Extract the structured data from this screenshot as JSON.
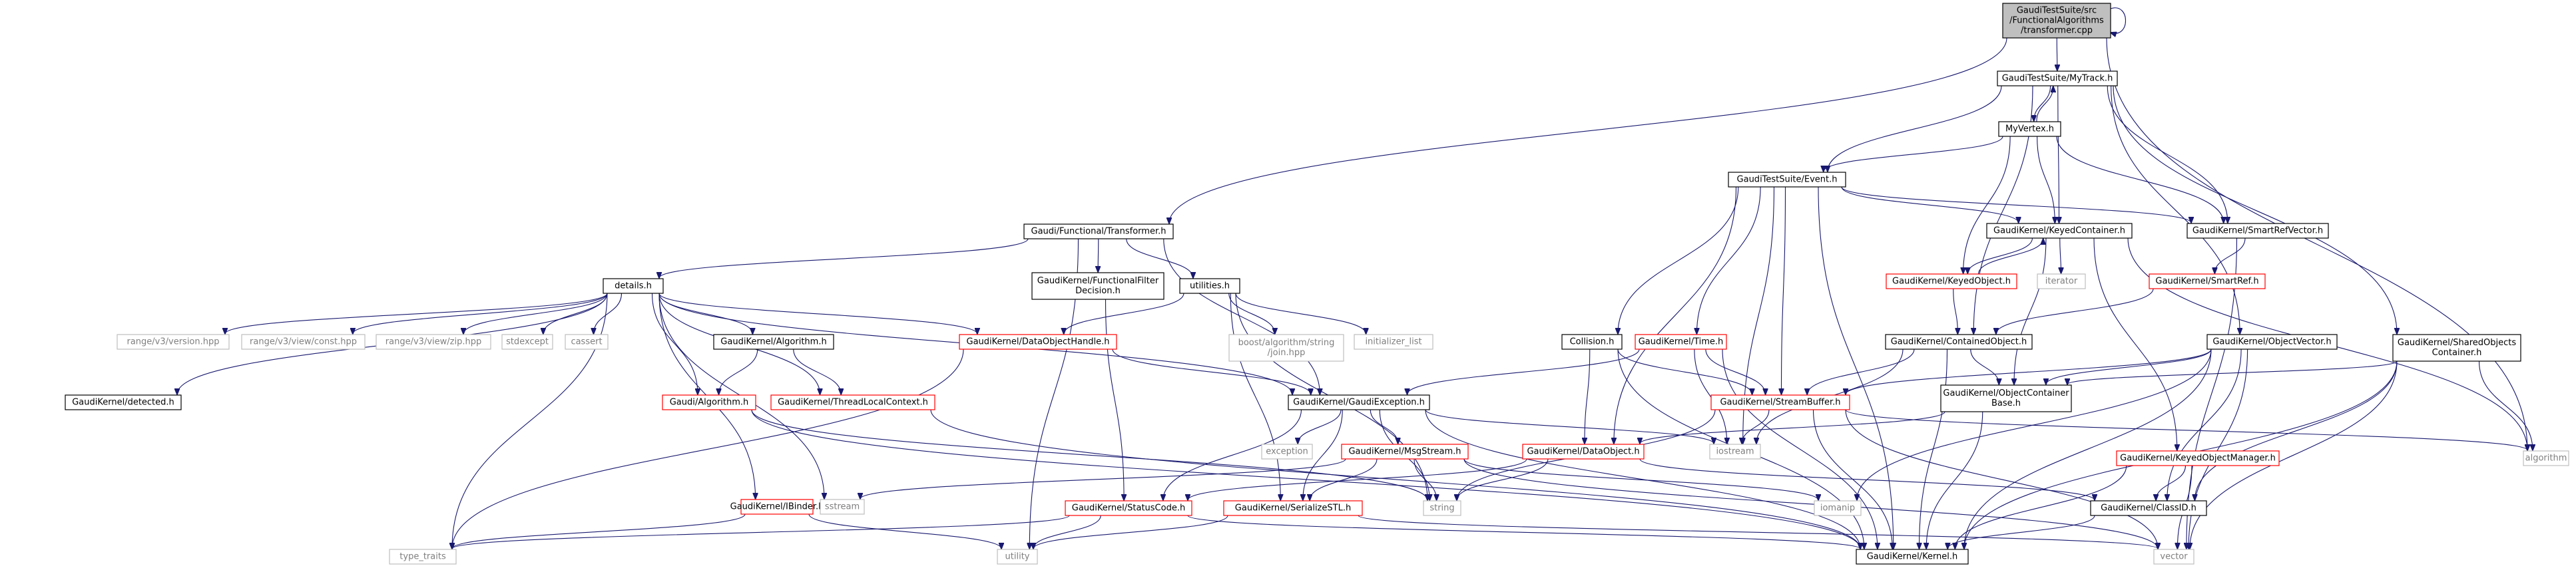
{
  "nodes": [
    {
      "id": "root",
      "style": "root",
      "lines": [
        "GaudiTestSuite/src",
        "/FunctionalAlgorithms",
        "/transformer.cpp"
      ]
    },
    {
      "id": "mytrack",
      "style": "normal",
      "lines": [
        "GaudiTestSuite/MyTrack.h"
      ]
    },
    {
      "id": "myvertex",
      "style": "normal",
      "lines": [
        "MyVertex.h"
      ]
    },
    {
      "id": "event",
      "style": "normal",
      "lines": [
        "GaudiTestSuite/Event.h"
      ]
    },
    {
      "id": "transformer",
      "style": "normal",
      "lines": [
        "Gaudi/Functional/Transformer.h"
      ]
    },
    {
      "id": "details",
      "style": "normal",
      "lines": [
        "details.h"
      ]
    },
    {
      "id": "filterdecision",
      "style": "normal",
      "lines": [
        "GaudiKernel/FunctionalFilter",
        "Decision.h"
      ]
    },
    {
      "id": "utilities",
      "style": "normal",
      "lines": [
        "utilities.h"
      ]
    },
    {
      "id": "keyedcontainer",
      "style": "normal",
      "lines": [
        "GaudiKernel/KeyedContainer.h"
      ]
    },
    {
      "id": "smartrefvector",
      "style": "normal",
      "lines": [
        "GaudiKernel/SmartRefVector.h"
      ]
    },
    {
      "id": "keyedobject",
      "style": "red",
      "lines": [
        "GaudiKernel/KeyedObject.h"
      ]
    },
    {
      "id": "iterator",
      "style": "grey",
      "lines": [
        "iterator"
      ]
    },
    {
      "id": "smartref",
      "style": "red",
      "lines": [
        "GaudiKernel/SmartRef.h"
      ]
    },
    {
      "id": "sharedobjects",
      "style": "normal",
      "lines": [
        "GaudiKernel/SharedObjects",
        "Container.h"
      ]
    },
    {
      "id": "containedobject",
      "style": "normal",
      "lines": [
        "GaudiKernel/ContainedObject.h"
      ]
    },
    {
      "id": "objectvector",
      "style": "normal",
      "lines": [
        "GaudiKernel/ObjectVector.h"
      ]
    },
    {
      "id": "collision",
      "style": "normal",
      "lines": [
        "Collision.h"
      ]
    },
    {
      "id": "time",
      "style": "red",
      "lines": [
        "GaudiKernel/Time.h"
      ]
    },
    {
      "id": "objectcontainerbase",
      "style": "normal",
      "lines": [
        "GaudiKernel/ObjectContainer",
        "Base.h"
      ]
    },
    {
      "id": "rangeversion",
      "style": "grey",
      "lines": [
        "range/v3/version.hpp"
      ]
    },
    {
      "id": "rangeconst",
      "style": "grey",
      "lines": [
        "range/v3/view/const.hpp"
      ]
    },
    {
      "id": "rangezip",
      "style": "grey",
      "lines": [
        "range/v3/view/zip.hpp"
      ]
    },
    {
      "id": "stdexcept",
      "style": "grey",
      "lines": [
        "stdexcept"
      ]
    },
    {
      "id": "cassert",
      "style": "grey",
      "lines": [
        "cassert"
      ]
    },
    {
      "id": "algorithmh",
      "style": "normal",
      "lines": [
        "GaudiKernel/Algorithm.h"
      ]
    },
    {
      "id": "dataobjecthandle",
      "style": "red",
      "lines": [
        "GaudiKernel/DataObjectHandle.h"
      ]
    },
    {
      "id": "boostjoin",
      "style": "grey",
      "lines": [
        "boost/algorithm/string",
        "/join.hpp"
      ]
    },
    {
      "id": "initlist",
      "style": "grey",
      "lines": [
        "initializer_list"
      ]
    },
    {
      "id": "detected",
      "style": "normal",
      "lines": [
        "GaudiKernel/detected.h"
      ]
    },
    {
      "id": "gaudialgorithm",
      "style": "red",
      "lines": [
        "Gaudi/Algorithm.h"
      ]
    },
    {
      "id": "threadlocal",
      "style": "red",
      "lines": [
        "GaudiKernel/ThreadLocalContext.h"
      ]
    },
    {
      "id": "gaudiexception",
      "style": "normal",
      "lines": [
        "GaudiKernel/GaudiException.h"
      ]
    },
    {
      "id": "streambuffer",
      "style": "red",
      "lines": [
        "GaudiKernel/StreamBuffer.h"
      ]
    },
    {
      "id": "algorithm",
      "style": "grey",
      "lines": [
        "algorithm"
      ]
    },
    {
      "id": "exception",
      "style": "grey",
      "lines": [
        "exception"
      ]
    },
    {
      "id": "msgstream",
      "style": "red",
      "lines": [
        "GaudiKernel/MsgStream.h"
      ]
    },
    {
      "id": "dataobject",
      "style": "red",
      "lines": [
        "GaudiKernel/DataObject.h"
      ]
    },
    {
      "id": "iostream",
      "style": "grey",
      "lines": [
        "iostream"
      ]
    },
    {
      "id": "keyedobjectmanager",
      "style": "red",
      "lines": [
        "GaudiKernel/KeyedObjectManager.h"
      ]
    },
    {
      "id": "ibinder",
      "style": "red",
      "lines": [
        "GaudiKernel/IBinder.h"
      ]
    },
    {
      "id": "sstream",
      "style": "grey",
      "lines": [
        "sstream"
      ]
    },
    {
      "id": "string",
      "style": "grey",
      "lines": [
        "string"
      ]
    },
    {
      "id": "iomanip",
      "style": "grey",
      "lines": [
        "iomanip"
      ]
    },
    {
      "id": "statuscode",
      "style": "red",
      "lines": [
        "GaudiKernel/StatusCode.h"
      ]
    },
    {
      "id": "serializestl",
      "style": "red",
      "lines": [
        "GaudiKernel/SerializeSTL.h"
      ]
    },
    {
      "id": "classid",
      "style": "normal",
      "lines": [
        "GaudiKernel/ClassID.h"
      ]
    },
    {
      "id": "typetraits",
      "style": "grey",
      "lines": [
        "type_traits"
      ]
    },
    {
      "id": "utility",
      "style": "grey",
      "lines": [
        "utility"
      ]
    },
    {
      "id": "kernel",
      "style": "normal",
      "lines": [
        "GaudiKernel/Kernel.h"
      ]
    },
    {
      "id": "vector",
      "style": "grey",
      "lines": [
        "vector"
      ]
    }
  ],
  "edges": [
    [
      "root",
      "root"
    ],
    [
      "root",
      "mytrack"
    ],
    [
      "root",
      "transformer"
    ],
    [
      "root",
      "algorithm"
    ],
    [
      "mytrack",
      "myvertex"
    ],
    [
      "mytrack",
      "event"
    ],
    [
      "mytrack",
      "keyedcontainer"
    ],
    [
      "mytrack",
      "smartrefvector"
    ],
    [
      "mytrack",
      "containedobject"
    ],
    [
      "mytrack",
      "objectvector"
    ],
    [
      "mytrack",
      "sharedobjects"
    ],
    [
      "myvertex",
      "mytrack"
    ],
    [
      "myvertex",
      "event"
    ],
    [
      "myvertex",
      "keyedcontainer"
    ],
    [
      "myvertex",
      "smartrefvector"
    ],
    [
      "myvertex",
      "keyedobject"
    ],
    [
      "event",
      "keyedcontainer"
    ],
    [
      "event",
      "smartrefvector"
    ],
    [
      "event",
      "collision"
    ],
    [
      "event",
      "time"
    ],
    [
      "event",
      "streambuffer"
    ],
    [
      "event",
      "dataobject"
    ],
    [
      "event",
      "iostream"
    ],
    [
      "event",
      "kernel"
    ],
    [
      "transformer",
      "details"
    ],
    [
      "transformer",
      "filterdecision"
    ],
    [
      "transformer",
      "utilities"
    ],
    [
      "transformer",
      "gaudiexception"
    ],
    [
      "transformer",
      "utility"
    ],
    [
      "details",
      "rangeversion"
    ],
    [
      "details",
      "rangeconst"
    ],
    [
      "details",
      "rangezip"
    ],
    [
      "details",
      "stdexcept"
    ],
    [
      "details",
      "cassert"
    ],
    [
      "details",
      "algorithmh"
    ],
    [
      "details",
      "dataobjecthandle"
    ],
    [
      "details",
      "detected"
    ],
    [
      "details",
      "gaudialgorithm"
    ],
    [
      "details",
      "threadlocal"
    ],
    [
      "details",
      "gaudiexception"
    ],
    [
      "details",
      "ibinder"
    ],
    [
      "details",
      "sstream"
    ],
    [
      "details",
      "typetraits"
    ],
    [
      "filterdecision",
      "statuscode"
    ],
    [
      "utilities",
      "dataobjecthandle"
    ],
    [
      "utilities",
      "boostjoin"
    ],
    [
      "utilities",
      "initlist"
    ],
    [
      "utilities",
      "string"
    ],
    [
      "utilities",
      "serializestl"
    ],
    [
      "keyedcontainer",
      "keyedobject"
    ],
    [
      "keyedcontainer",
      "iterator"
    ],
    [
      "keyedcontainer",
      "objectcontainerbase"
    ],
    [
      "keyedcontainer",
      "keyedobjectmanager"
    ],
    [
      "keyedcontainer",
      "algorithm"
    ],
    [
      "keyedobject",
      "keyedcontainer"
    ],
    [
      "keyedobject",
      "containedobject"
    ],
    [
      "smartrefvector",
      "smartref"
    ],
    [
      "smartrefvector",
      "vector"
    ],
    [
      "smartref",
      "containedobject"
    ],
    [
      "sharedobjects",
      "objectcontainerbase"
    ],
    [
      "sharedobjects",
      "classid"
    ],
    [
      "sharedobjects",
      "kernel"
    ],
    [
      "sharedobjects",
      "vector"
    ],
    [
      "sharedobjects",
      "algorithm"
    ],
    [
      "containedobject",
      "streambuffer"
    ],
    [
      "containedobject",
      "objectcontainerbase"
    ],
    [
      "containedobject",
      "iostream"
    ],
    [
      "containedobject",
      "kernel"
    ],
    [
      "objectvector",
      "streambuffer"
    ],
    [
      "objectvector",
      "objectcontainerbase"
    ],
    [
      "objectvector",
      "classid"
    ],
    [
      "objectvector",
      "iomanip"
    ],
    [
      "objectvector",
      "kernel"
    ],
    [
      "objectvector",
      "vector"
    ],
    [
      "collision",
      "streambuffer"
    ],
    [
      "collision",
      "dataobject"
    ],
    [
      "collision",
      "kernel"
    ],
    [
      "time",
      "gaudiexception"
    ],
    [
      "time",
      "streambuffer"
    ],
    [
      "time",
      "kernel"
    ],
    [
      "time",
      "iostream"
    ],
    [
      "objectcontainerbase",
      "dataobject"
    ],
    [
      "objectcontainerbase",
      "kernel"
    ],
    [
      "algorithmh",
      "gaudialgorithm"
    ],
    [
      "algorithmh",
      "threadlocal"
    ],
    [
      "dataobjecthandle",
      "gaudiexception"
    ],
    [
      "dataobjecthandle",
      "typetraits"
    ],
    [
      "gaudialgorithm",
      "string"
    ],
    [
      "gaudialgorithm",
      "kernel"
    ],
    [
      "threadlocal",
      "kernel"
    ],
    [
      "gaudiexception",
      "exception"
    ],
    [
      "gaudiexception",
      "msgstream"
    ],
    [
      "gaudiexception",
      "statuscode"
    ],
    [
      "gaudiexception",
      "serializestl"
    ],
    [
      "gaudiexception",
      "string"
    ],
    [
      "gaudiexception",
      "iostream"
    ],
    [
      "gaudiexception",
      "kernel"
    ],
    [
      "streambuffer",
      "algorithm"
    ],
    [
      "streambuffer",
      "iostream"
    ],
    [
      "streambuffer",
      "string"
    ],
    [
      "streambuffer",
      "vector"
    ],
    [
      "streambuffer",
      "kernel"
    ],
    [
      "msgstream",
      "sstream"
    ],
    [
      "msgstream",
      "string"
    ],
    [
      "msgstream",
      "iomanip"
    ],
    [
      "msgstream",
      "serializestl"
    ],
    [
      "msgstream",
      "vector"
    ],
    [
      "dataobject",
      "string"
    ],
    [
      "dataobject",
      "classid"
    ],
    [
      "dataobject",
      "statuscode"
    ],
    [
      "keyedobjectmanager",
      "classid"
    ],
    [
      "keyedobjectmanager",
      "kernel"
    ],
    [
      "keyedobjectmanager",
      "vector"
    ],
    [
      "ibinder",
      "utility"
    ],
    [
      "ibinder",
      "typetraits"
    ],
    [
      "statuscode",
      "utility"
    ],
    [
      "statuscode",
      "typetraits"
    ],
    [
      "statuscode",
      "kernel"
    ],
    [
      "serializestl",
      "utility"
    ],
    [
      "serializestl",
      "vector"
    ],
    [
      "classid",
      "kernel"
    ]
  ]
}
